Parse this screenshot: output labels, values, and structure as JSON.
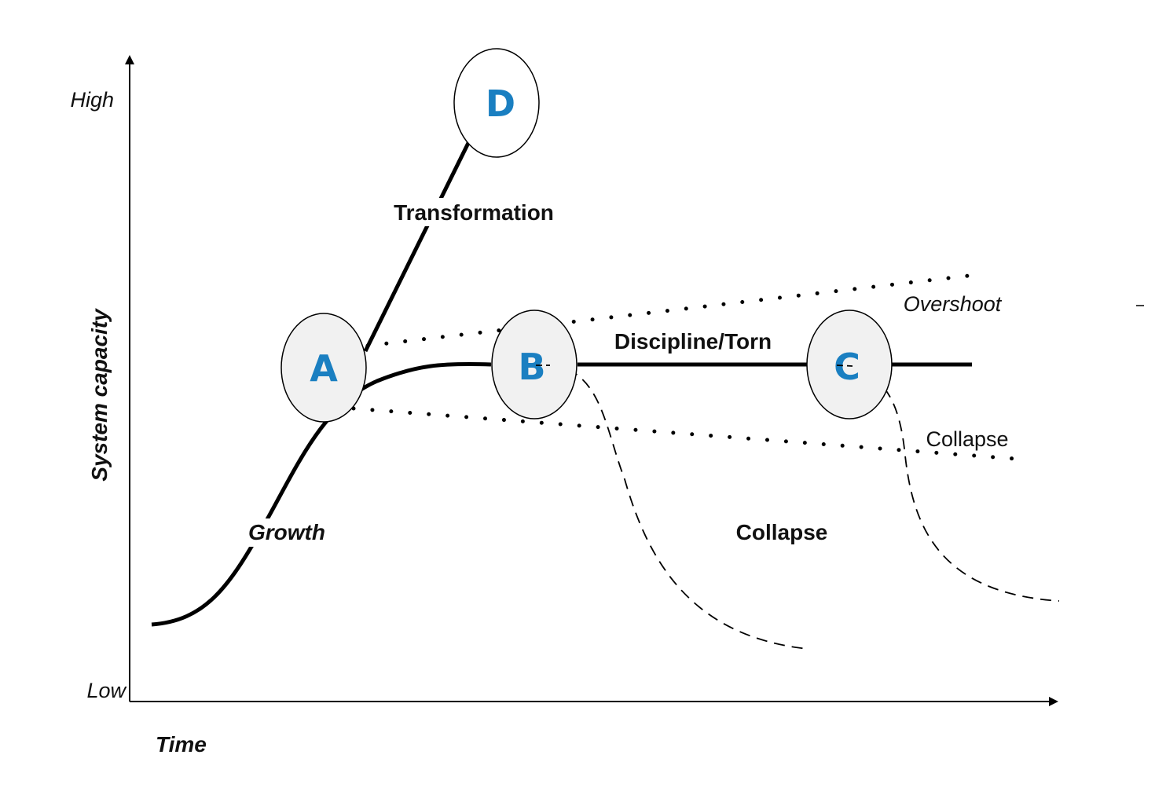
{
  "axes": {
    "y_label": "System capacity",
    "x_label": "Time",
    "y_high": "High",
    "y_low": "Low"
  },
  "labels": {
    "transformation": "Transformation",
    "discipline": "Discipline/Torn",
    "overshoot": "Overshoot",
    "collapse_small": "Collapse",
    "collapse_main": "Collapse",
    "growth": "Growth"
  },
  "nodes": {
    "a": "A",
    "b": "B",
    "c": "C",
    "d": "D"
  },
  "colors": {
    "line": "#000000",
    "node_fill": "#f1f1f1",
    "node_fill_d": "#ffffff",
    "node_letter": "#1a7fc1"
  }
}
